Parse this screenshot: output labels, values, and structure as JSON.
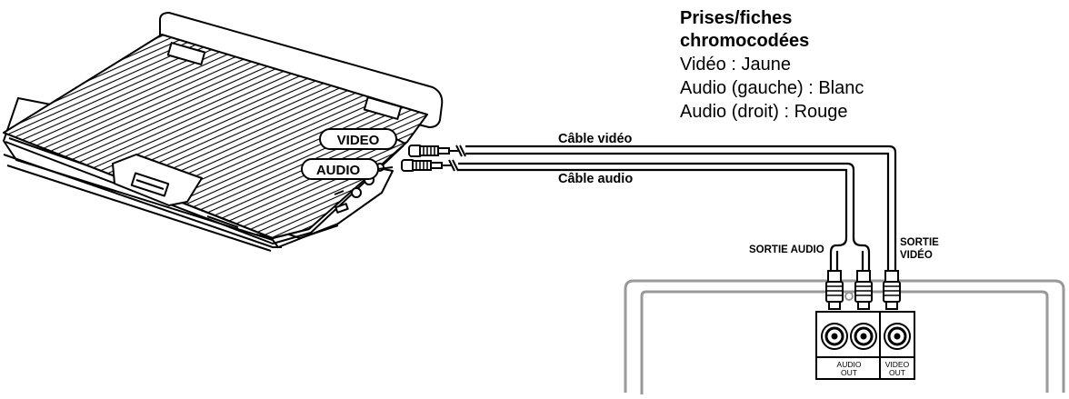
{
  "legend": {
    "title_line1": "Prises/fiches",
    "title_line2": "chromocodées",
    "lines": [
      "Vidéo  : Jaune",
      "Audio (gauche)  : Blanc",
      "Audio (droit)  : Rouge"
    ]
  },
  "player": {
    "video_jack_label": "VIDEO",
    "audio_jack_label": "AUDIO"
  },
  "cables": {
    "video_label": "Câble vidéo",
    "audio_label": "Câble audio"
  },
  "outputs": {
    "audio_out_callout": "SORTIE AUDIO",
    "video_out_callout_line1": "SORTIE",
    "video_out_callout_line2": "VIDÉO"
  },
  "source_panel": {
    "audio_out_line1": "AUDIO",
    "audio_out_line2": "OUT",
    "video_out_line1": "VIDEO",
    "video_out_line2": "OUT"
  }
}
